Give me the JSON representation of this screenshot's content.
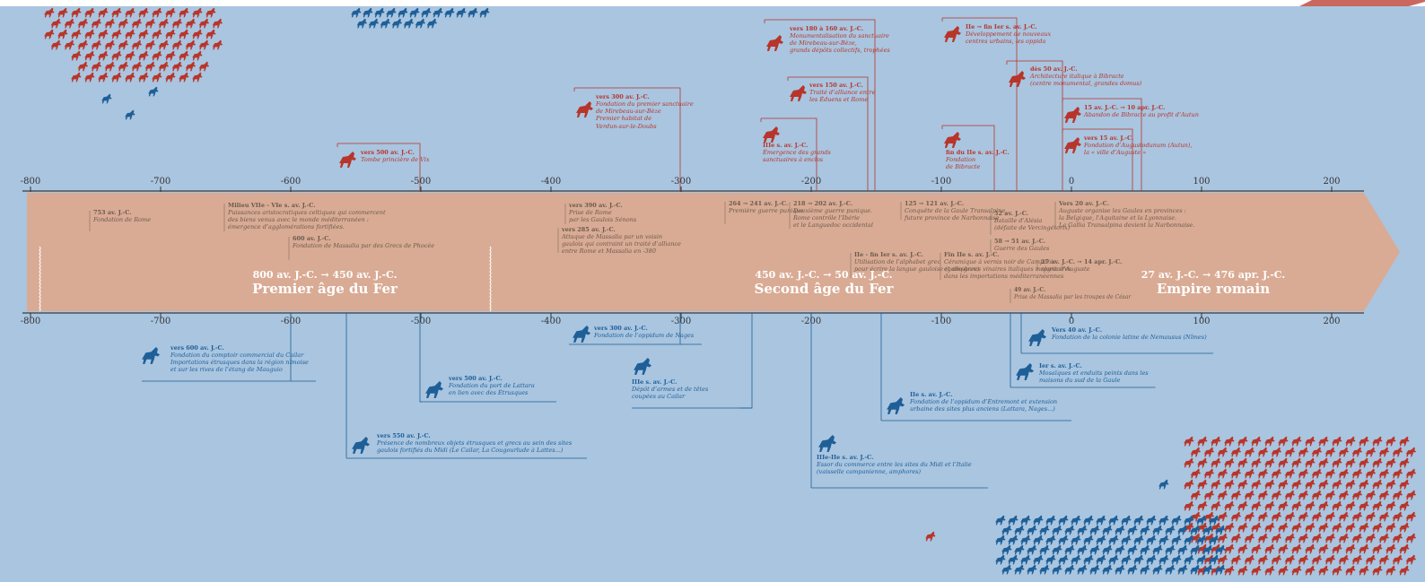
{
  "axis_ticks": [
    "-800",
    "-700",
    "-600",
    "-500",
    "-400",
    "-300",
    "-200",
    "-100",
    "0",
    "100",
    "200"
  ],
  "eras": [
    {
      "dates": "800 av. J.-C. → 450 av. J.-C.",
      "name": "Premier âge du Fer"
    },
    {
      "dates": "450 av. J.-C. → 50 av. J.-C.",
      "name": "Second âge du Fer"
    },
    {
      "dates": "27 av. J.-C. → 476 apr. J.-C.",
      "name": "Empire romain"
    }
  ],
  "band_events": [
    {
      "date": "753 av. J.-C.",
      "text": "Fondation de Rome"
    },
    {
      "date": "Milieu VIIe - VIe s. av. J.-C.",
      "text": "Puissances aristocratiques celtiques qui commercent\ndes biens venus avec le monde méditerranéen :\némergence d’agglomérations fortifiées."
    },
    {
      "date": "600 av. J.-C.",
      "text": "Fondation de Massalia par des Grecs de Phocée"
    },
    {
      "date": "vers 390 av. J.-C.",
      "text": "Prise de Rome\npar les Gaulois Sénons"
    },
    {
      "date": "vers 285 av. J.-C.",
      "text": "Attaque de Massalia par un voisin\ngaulois qui contraint un traité d’alliance\nentre Rome et Massalia en -380"
    },
    {
      "date": "264 → 241 av. J.-C.",
      "text": "Première guerre punique"
    },
    {
      "date": "218 → 202 av. J.-C.",
      "text": "Deuxième guerre punique.\nRome contrôle l’Ibérie\net le Languedoc occidental"
    },
    {
      "date": "125 → 121 av. J.-C.",
      "text": "Conquête de la Gaule Transalpine,\nfuture province de Narbonnaise"
    },
    {
      "date": "IIe - fin Ier s. av. J.-C.",
      "text": "Utilisation de l’alphabet grec\npour écrire la langue gauloise (gallo-grec)"
    },
    {
      "date": "Fin IIe s. av. J.-C.",
      "text": "Céramique à vernis noir de Campanie\net amphores vinaires italiques majoritaires\ndans les importations méditerranéennes"
    },
    {
      "date": "52 av. J.-C.",
      "text": "Bataille d’Alésia\n(défaite de Vercingétorix)"
    },
    {
      "date": "58 → 51 av. J.-C.",
      "text": "Guerre des Gaules"
    },
    {
      "date": "49 av. J.-C.",
      "text": "Prise de Massalia par les troupes de César"
    },
    {
      "date": "27 av. J.-C. → 14 apr. J.-C.",
      "text": "règne d’Auguste"
    },
    {
      "date": "Vers 20 av. J.-C.",
      "text": "Auguste organise les Gaules en provinces :\nla Belgique, l’Aquitaine et la Lyonnaise.\nLa Gallia Transalpina devient la Narbonnaise."
    }
  ],
  "red_events": [
    {
      "date": "vers 500 av. J.-C.",
      "text": "Tombe princière de Vix"
    },
    {
      "date": "vers 300 av. J.-C.",
      "text": "Fondation du premier sanctuaire\nde Mirebeau-sur-Bèze\nPremier habitat de\nVerdun-sur-le-Doubs"
    },
    {
      "date": "IIIe s. av. J.-C.",
      "text": "Émergence des grands\nsanctuaires à enclos"
    },
    {
      "date": "vers 180 à 160 av. J.-C.",
      "text": "Monumentalisation du sanctuaire\nde Mirebeau-sur-Bèze,\ngrands dépôts collectifs, trophées"
    },
    {
      "date": "vers 150 av. J.-C.",
      "text": "Traité d’alliance entre\nles Éduens et Rome"
    },
    {
      "date": "fin du IIe s. av. J.-C.",
      "text": "Fondation\nde Bibracte"
    },
    {
      "date": "IIe → fin Ier s. av. J.-C.",
      "text": "Développement de nouveaux\ncentres urbains, les oppida"
    },
    {
      "date": "dès 50 av. J.-C.",
      "text": "Architecture italique à Bibracte\n(centre monumental, grandes domus)"
    },
    {
      "date": "15 av. J.-C. → 10 apr. J.-C.",
      "text": "Abandon de Bibracte au profit d’Autun"
    },
    {
      "date": "vers 15 av. J.-C.",
      "text": "Fondation d’Augustodunum (Autun),\nla « ville d’Auguste »"
    }
  ],
  "blue_events": [
    {
      "date": "vers 600 av. J.-C.",
      "text": "Fondation du comptoir commercial du Cailar\nImportations étrusques dans la région nîmoise\net sur les rives de l’étang de Mauguio"
    },
    {
      "date": "vers 550 av. J.-C.",
      "text": "Présence de nombreux objets étrusques et grecs au sein des sites\ngaulois fortifiés du Midi (Le Cailar, La Cougourlude à Lattes...)"
    },
    {
      "date": "vers 500 av. J.-C.",
      "text": "Fondation du port de Lattara\nen lien avec des Étrusques"
    },
    {
      "date": "vers 300 av. J.-C.",
      "text": "Fondation de l’oppidum de Nages"
    },
    {
      "date": "IIIe s. av. J.-C.",
      "text": "Dépôt d’armes et de têtes\ncoupées au Cailar"
    },
    {
      "date": "IIIe-IIe s. av. J.-C.",
      "text": "Essor du commerce entre les sites du Midi et l’Italie\n(vaisselle campanienne, amphores)"
    },
    {
      "date": "IIe s. av. J.-C.",
      "text": "Fondation de l’oppidum d’Entremont et extension\nurbaine des sites plus anciens (Lattara, Nages...)"
    },
    {
      "date": "Ier s. av. J.-C.",
      "text": "Mosaïques et enduits peints dans les\nmaisons du sud de la Gaule"
    },
    {
      "date": "Vers 40 av. J.-C.",
      "text": "Fondation de la colonie latine de Nemausus (Nîmes)"
    }
  ],
  "colors": {
    "background": "#a9c5e0",
    "band": "#d9ab94",
    "red": "#b8352a",
    "blue": "#1f5f97",
    "text": "#6b5a4c"
  },
  "icons": {
    "red": "red-horse-icon",
    "blue": "blue-horse-icon"
  }
}
